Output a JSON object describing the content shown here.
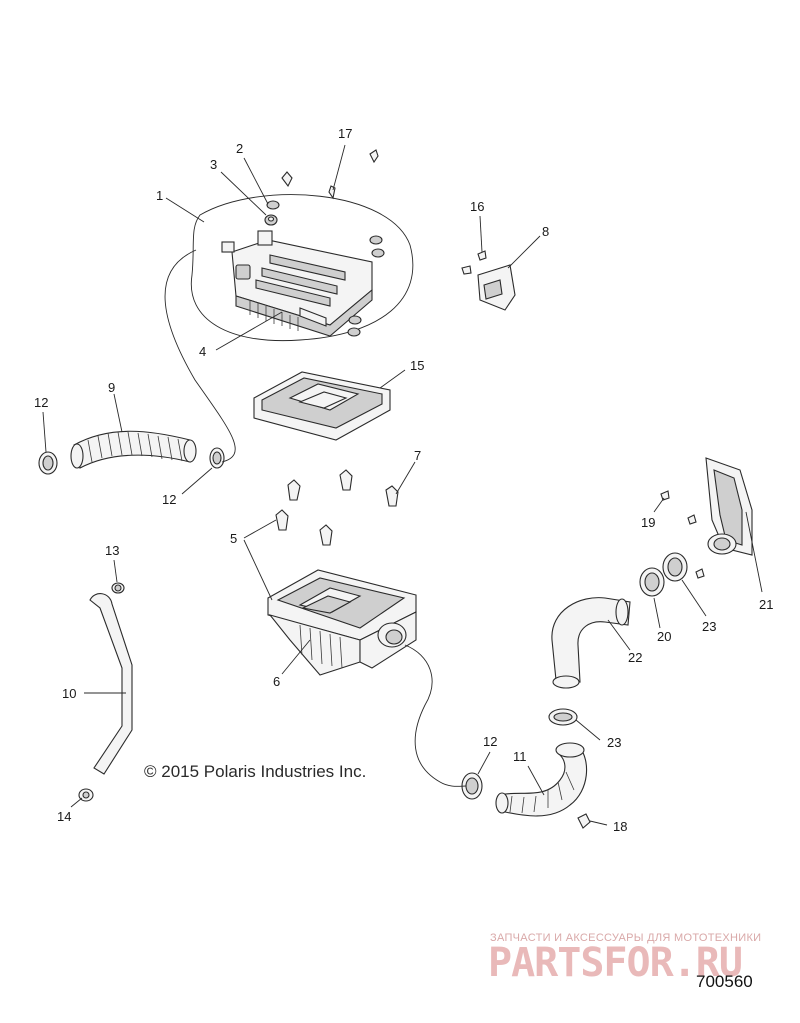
{
  "diagram": {
    "copyright": "© 2015 Polaris Industries Inc.",
    "figure_number": "700560",
    "callouts": {
      "c1": "1",
      "c2": "2",
      "c3": "3",
      "c4": "4",
      "c5": "5",
      "c6": "6",
      "c7": "7",
      "c8": "8",
      "c9": "9",
      "c10": "10",
      "c11": "11",
      "c12a": "12",
      "c12b": "12",
      "c12c": "12",
      "c13": "13",
      "c14": "14",
      "c15": "15",
      "c16": "16",
      "c17": "17",
      "c18": "18",
      "c19": "19",
      "c20": "20",
      "c21": "21",
      "c22": "22",
      "c23a": "23",
      "c23b": "23"
    }
  },
  "watermark": {
    "tagline": "ЗАПЧАСТИ И АКСЕССУАРЫ ДЛЯ МОТОТЕХНИКИ",
    "brand": "PARTSFOR.RU"
  },
  "colors": {
    "line": "#2a2a2a",
    "watermark": "#e9b9b9"
  }
}
